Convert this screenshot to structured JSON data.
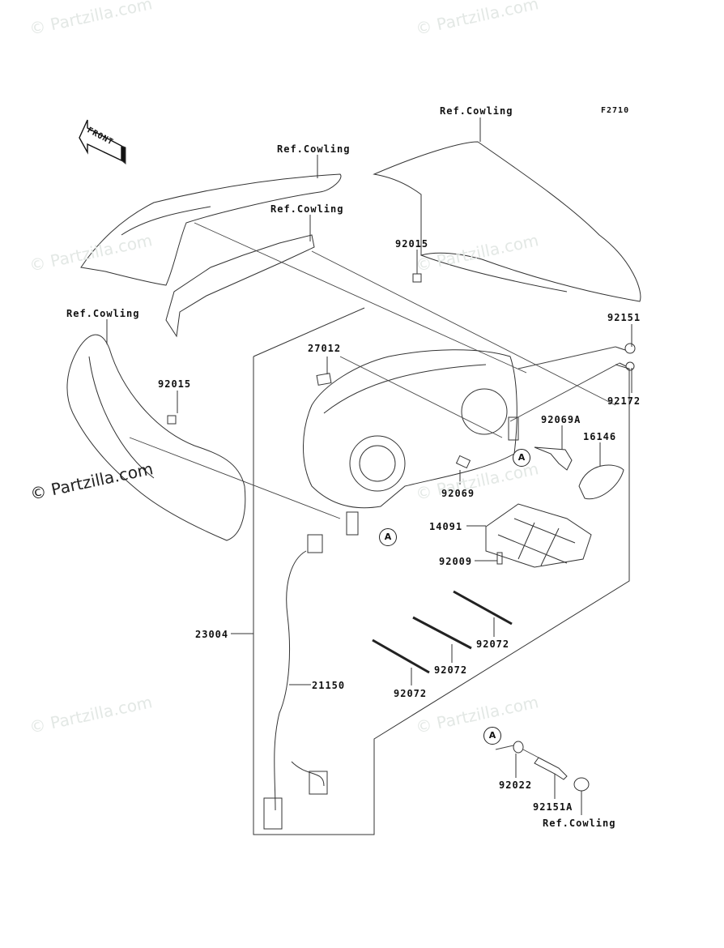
{
  "diagram": {
    "figure_code": "F2710",
    "front_arrow_text": "FRONT",
    "watermark_text": "© Partzilla.com",
    "callout_letter": "A",
    "labels": {
      "ref_cowling_top_right": "Ref.Cowling",
      "ref_cowling_top_left": "Ref.Cowling",
      "ref_cowling_mid": "Ref.Cowling",
      "ref_cowling_left": "Ref.Cowling",
      "ref_cowling_bottom": "Ref.Cowling",
      "p92015_upper": "92015",
      "p92015_left": "92015",
      "p27012": "27012",
      "p92151": "92151",
      "p92172": "92172",
      "p92069A": "92069A",
      "p16146": "16146",
      "p92069": "92069",
      "p14091": "14091",
      "p92009": "92009",
      "p92072_a": "92072",
      "p92072_b": "92072",
      "p92072_c": "92072",
      "p23004": "23004",
      "p21150": "21150",
      "p92022": "92022",
      "p92151A": "92151A"
    }
  }
}
